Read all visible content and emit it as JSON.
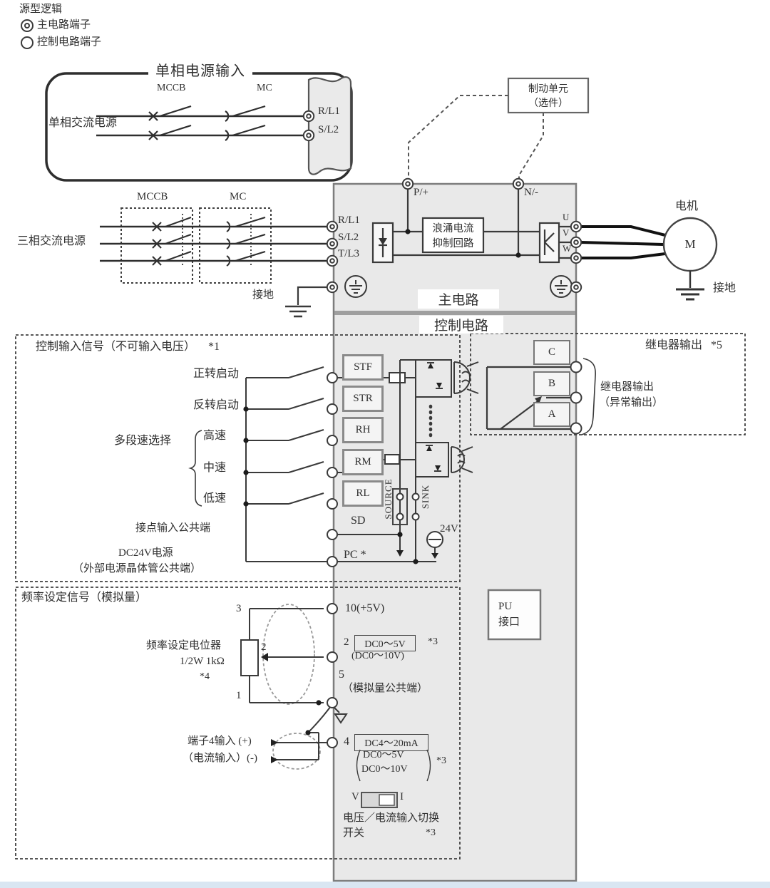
{
  "legend": {
    "title": "源型逻辑",
    "main": "主电路端子",
    "control": "控制电路端子"
  },
  "single_phase": {
    "title": "单相电源输入",
    "source": "单相交流电源",
    "mccb": "MCCB",
    "mc": "MC",
    "r": "R/L1",
    "s": "S/L2"
  },
  "brake": {
    "l1": "制动单元",
    "l2": "（选件）"
  },
  "main": {
    "source": "三相交流电源",
    "mccb": "MCCB",
    "mc": "MC",
    "r": "R/L1",
    "s": "S/L2",
    "t": "T/L3",
    "p": "P/+",
    "n": "N/-",
    "surge1": "浪涌电流",
    "surge2": "抑制回路",
    "u": "U",
    "v": "V",
    "w": "W",
    "motor": "电机",
    "m": "M",
    "ground_left": "接地",
    "ground_motor": "接地",
    "label": "主电路"
  },
  "control": {
    "label": "控制电路",
    "title": "控制输入信号（不可输入电压）",
    "note": "*1",
    "forward": "正转启动",
    "reverse": "反转启动",
    "multi": "多段速选择",
    "high": "高速",
    "mid": "中速",
    "low": "低速",
    "stf": "STF",
    "str": "STR",
    "rh": "RH",
    "rm": "RM",
    "rl": "RL",
    "sd": "SD",
    "pc": "PC *",
    "source": "SOURCE",
    "sink": "SINK",
    "v24": "24V",
    "common": "接点输入公共端",
    "dc24a": "DC24V电源",
    "dc24b": "（外部电源晶体管公共端）"
  },
  "relay": {
    "title": "继电器输出",
    "note": "*5",
    "c": "C",
    "b": "B",
    "a": "A",
    "out1": "继电器输出",
    "out2": "（异常输出）"
  },
  "freq": {
    "title": "频率设定信号（模拟量）",
    "pot": "频率设定电位器",
    "spec": "1/2W 1kΩ",
    "note4": "*4",
    "p3": "3",
    "p2": "2",
    "p1": "1",
    "t10": "10(+5V)",
    "t2": "2",
    "t2box": "DC0～5V",
    "t2alt": "(DC0～10V)",
    "note3": "*3",
    "t5": "5",
    "t5label": "（模拟量公共端）",
    "t4plus": "端子4输入 (+)",
    "t4minus": "（电流输入）(-)",
    "t4": "4",
    "t4box": "DC4～20mA",
    "t4alt1": "DC0～5V",
    "t4alt2": "DC0～10V",
    "v": "V",
    "i": "I",
    "sw1": "电压／电流输入切换",
    "sw2": "开关"
  },
  "pu": {
    "l1": "PU",
    "l2": "接口"
  },
  "colors": {
    "inverter_fill": "#e9e9e9",
    "strip": "#d9e6f2",
    "line": "#3a3a3a"
  }
}
